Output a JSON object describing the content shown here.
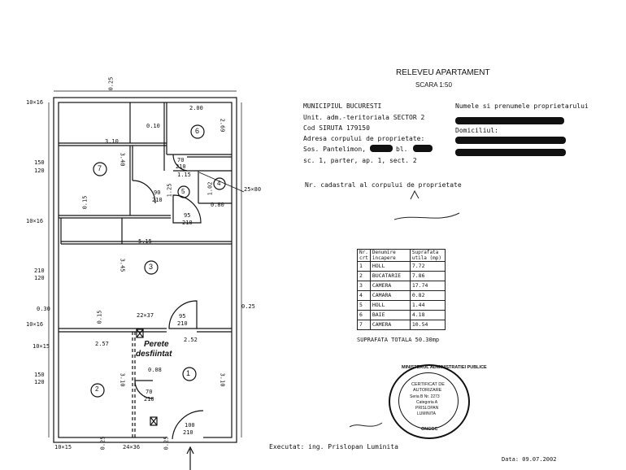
{
  "header": {
    "title": "RELEVEU APARTAMENT",
    "scale": "SCARA 1:50"
  },
  "info": {
    "municipality": "MUNICIPIUL BUCURESTI",
    "unit": "Unit. adm.-teritoriala SECTOR 2",
    "siruta": "Cod SIRUTA 179150",
    "address_label": "Adresa corpului de proprietate:",
    "street": "Sos. Pantelimon,",
    "bl": "bl.",
    "details": "sc. 1, parter, ap. 1, sect. 2",
    "owner_label": "Numele si prenumele proprietarului",
    "domicile_label": "Domiciliul:",
    "cadastral_label": "Nr. cadastral al corpului de proprietate"
  },
  "table": {
    "headers": [
      "Nr. crt",
      "Denumire incapere",
      "Suprafata utila (mp)"
    ],
    "rows": [
      [
        "1",
        "HOLL",
        "7.72"
      ],
      [
        "2",
        "BUCATARIE",
        "7.86"
      ],
      [
        "3",
        "CAMERA",
        "17.74"
      ],
      [
        "4",
        "CAMARA",
        "0.82"
      ],
      [
        "5",
        "HOLL",
        "1.44"
      ],
      [
        "6",
        "BAIE",
        "4.18"
      ],
      [
        "7",
        "CAMERA",
        "10.54"
      ]
    ],
    "total": "SUPRAFATA TOTALA 50.30mp"
  },
  "stamp": {
    "outer": "MINISTERUL ADMINISTRATIEI PUBLICE",
    "l1": "CERTIFICAT DE",
    "l2": "AUTORIZARE",
    "l3": "Seria B Nr. 2273",
    "l4": "Categoria A",
    "l5": "PRISLOPAN",
    "l6": "LUMINITA",
    "bottom": "ONCGC"
  },
  "footer": {
    "executed": "Executat: ing. Prislopan Luminita",
    "date": "Data: 09.07.2002"
  },
  "plan": {
    "rooms": [
      "1",
      "2",
      "3",
      "4",
      "5",
      "6",
      "7"
    ],
    "note1": "Perete",
    "note2": "desfiintat",
    "dims": {
      "d_0_25_top": "0.25",
      "d_10x16_a": "10×16",
      "d_2_00": "2.00",
      "d_2_69": "2.69",
      "d_0_10": "0.10",
      "d_3_10_top": "3.10",
      "d_3_40": "3.40",
      "d_150_a": "150",
      "d_120_a": "120",
      "d_70_a": "70",
      "d_210_a": "210",
      "d_1_15": "1.15",
      "d_1_25": "1.25",
      "d_1_02": "1.02",
      "d_25x80": "25×80",
      "d_90": "90",
      "d_210_b": "210",
      "d_0_15_a": "0.15",
      "d_0_80": "0.80",
      "d_10x16_b": "10×16",
      "d_95_a": "95",
      "d_210_c": "210",
      "d_5_15": "5.15",
      "d_3_45": "3.45",
      "d_210_d": "210",
      "d_120_b": "120",
      "d_0_30": "0.30",
      "d_0_15_b": "0.15",
      "d_22x37": "22×37",
      "d_95_b": "95",
      "d_210_e": "210",
      "d_0_25_r": "0.25",
      "d_10x16_c": "10×16",
      "d_10x15_a": "10×15",
      "d_2_57": "2.57",
      "d_2_52": "2.52",
      "d_150_b": "150",
      "d_120_c": "120",
      "d_0_08": "0.08",
      "d_3_10_l": "3.10",
      "d_3_10_r": "3.10",
      "d_70_b": "70",
      "d_210_f": "210",
      "d_100": "100",
      "d_210_g": "210",
      "d_10x15_b": "10×15",
      "d_0_25_b": "0.25",
      "d_24x36": "24×36",
      "d_0_25_c": "0.25"
    }
  }
}
